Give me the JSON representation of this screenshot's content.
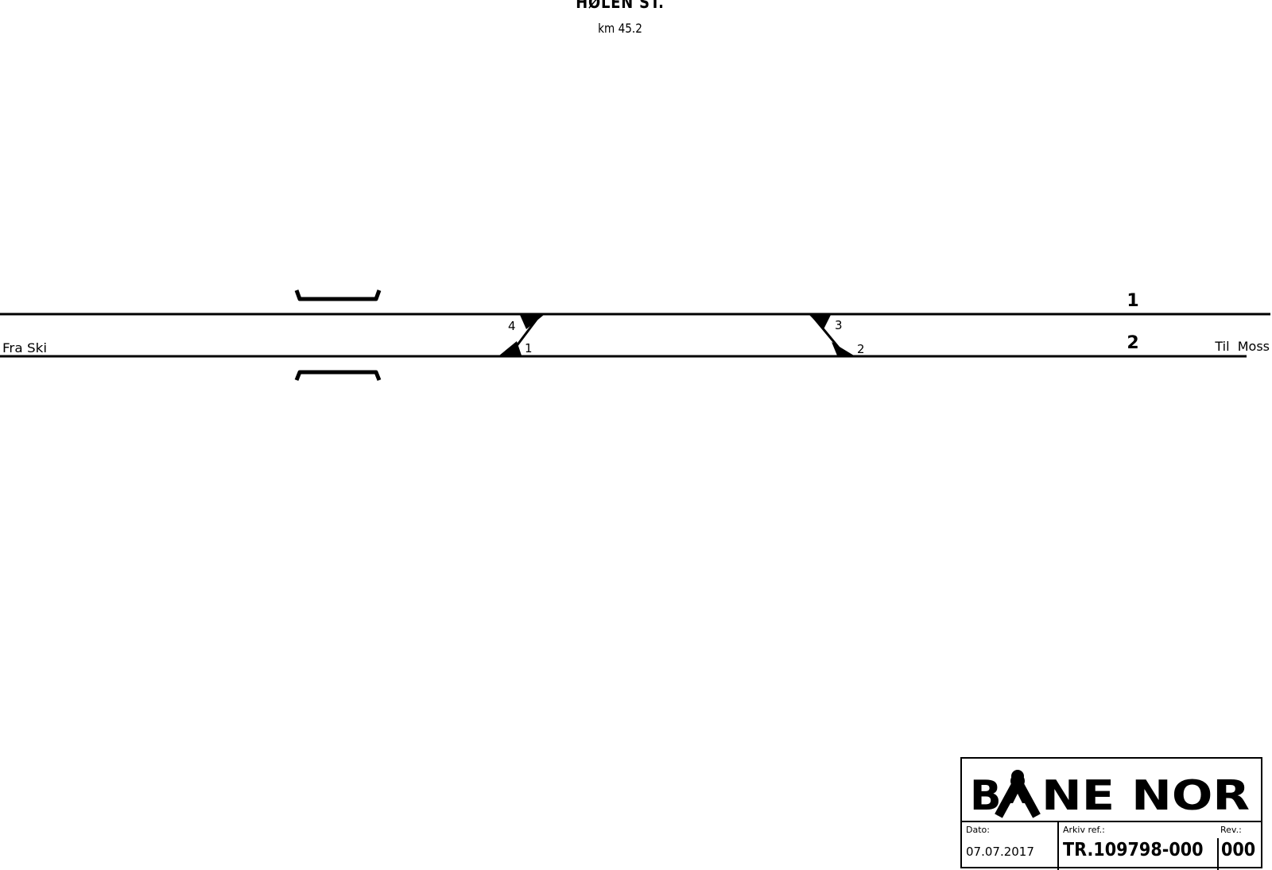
{
  "station": {
    "name": "HØLEN ST.",
    "km": "km 45.2"
  },
  "directions": {
    "left": "Fra Ski",
    "right": "Til  Moss"
  },
  "tracks": [
    {
      "label": "1"
    },
    {
      "label": "2"
    }
  ],
  "switches": {
    "sw1": "1",
    "sw2": "2",
    "sw3": "3",
    "sw4": "4"
  },
  "titleblock": {
    "logo_text": "BANE NOR",
    "date_label": "Dato:",
    "date_value": "07.07.2017",
    "archive_label": "Arkiv ref.:",
    "archive_value": "TR.109798-000",
    "rev_label": "Rev.:",
    "rev_value": "000"
  }
}
